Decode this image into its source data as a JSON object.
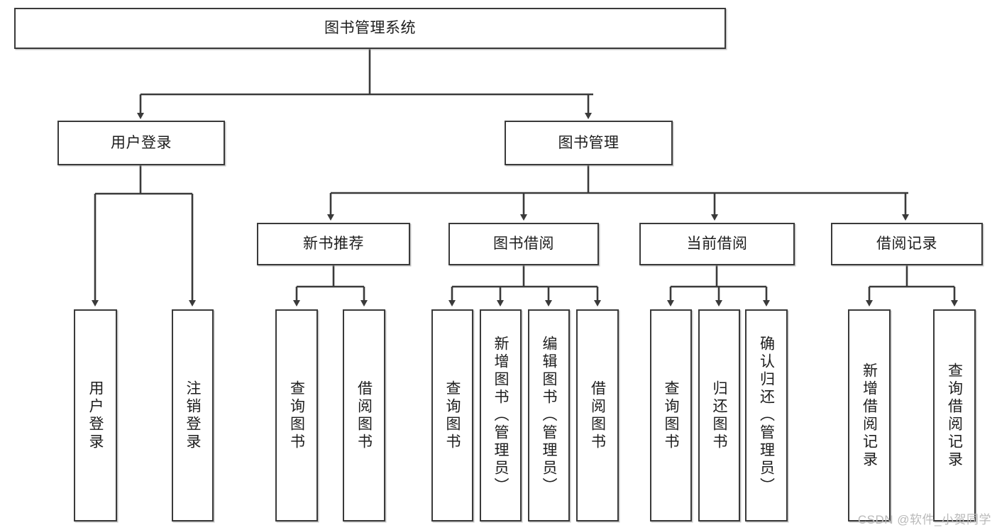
{
  "diagram": {
    "title": "图书管理系统",
    "type": "tree-hierarchy",
    "watermark": "CSDN @软件_小贺同学",
    "colors": {
      "box_border": "#3a3a3a",
      "box_fill": "#ffffff",
      "edge": "#3a3a3a",
      "text": "#1d1d1d",
      "watermark": "#b9b9b9"
    },
    "nodes": {
      "root": {
        "label": "图书管理系统",
        "orientation": "horizontal"
      },
      "level2": [
        {
          "id": "user-login",
          "label": "用户登录",
          "orientation": "horizontal"
        },
        {
          "id": "book-management",
          "label": "图书管理",
          "orientation": "horizontal"
        }
      ],
      "level3": [
        {
          "id": "new-book-recommend",
          "label": "新书推荐",
          "orientation": "horizontal"
        },
        {
          "id": "book-borrow",
          "label": "图书借阅",
          "orientation": "horizontal"
        },
        {
          "id": "current-borrow",
          "label": "当前借阅",
          "orientation": "horizontal"
        },
        {
          "id": "borrow-record",
          "label": "借阅记录",
          "orientation": "horizontal"
        }
      ],
      "leaves": [
        {
          "id": "leaf-user-login",
          "label": "用户登录",
          "parent": "user-login",
          "orientation": "vertical"
        },
        {
          "id": "leaf-user-logout",
          "label": "注销登录",
          "parent": "user-login",
          "orientation": "vertical"
        },
        {
          "id": "leaf-query-book-1",
          "label": "查询图书",
          "parent": "new-book-recommend",
          "orientation": "vertical"
        },
        {
          "id": "leaf-borrow-book-1",
          "label": "借阅图书",
          "parent": "new-book-recommend",
          "orientation": "vertical"
        },
        {
          "id": "leaf-query-book-2",
          "label": "查询图书",
          "parent": "book-borrow",
          "orientation": "vertical"
        },
        {
          "id": "leaf-add-book",
          "label": "新增图书（管理员）",
          "parent": "book-borrow",
          "orientation": "vertical"
        },
        {
          "id": "leaf-edit-book",
          "label": "编辑图书（管理员）",
          "parent": "book-borrow",
          "orientation": "vertical"
        },
        {
          "id": "leaf-borrow-book-2",
          "label": "借阅图书",
          "parent": "book-borrow",
          "orientation": "vertical"
        },
        {
          "id": "leaf-query-book-3",
          "label": "查询图书",
          "parent": "current-borrow",
          "orientation": "vertical"
        },
        {
          "id": "leaf-return-book",
          "label": "归还图书",
          "parent": "current-borrow",
          "orientation": "vertical"
        },
        {
          "id": "leaf-confirm-return",
          "label": "确认归还（管理员）",
          "parent": "current-borrow",
          "orientation": "vertical"
        },
        {
          "id": "leaf-add-record",
          "label": "新增借阅记录",
          "parent": "borrow-record",
          "orientation": "vertical"
        },
        {
          "id": "leaf-query-record",
          "label": "查询借阅记录",
          "parent": "borrow-record",
          "orientation": "vertical"
        }
      ]
    }
  }
}
